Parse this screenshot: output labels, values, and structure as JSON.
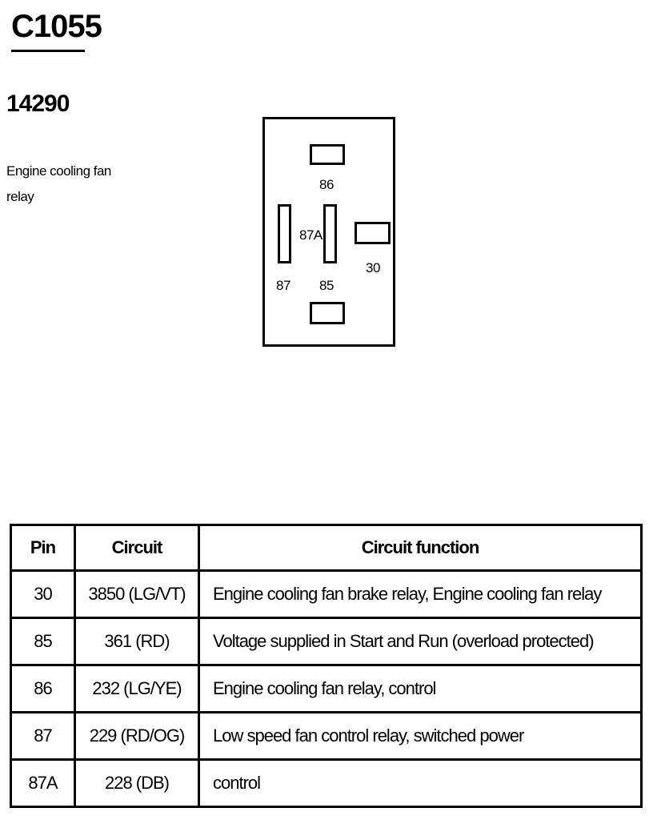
{
  "connector": {
    "id": "C1055",
    "part_number": "14290",
    "description": "Engine cooling fan relay"
  },
  "relay_diagram": {
    "terminals": [
      {
        "label": "86"
      },
      {
        "label": "87A"
      },
      {
        "label": "87"
      },
      {
        "label": "85"
      },
      {
        "label": "30"
      }
    ]
  },
  "pin_table": {
    "headers": [
      "Pin",
      "Circuit",
      "Circuit function"
    ],
    "rows": [
      {
        "pin": "30",
        "circuit": "3850 (LG/VT)",
        "function": "Engine cooling fan brake relay, Engine cooling fan relay"
      },
      {
        "pin": "85",
        "circuit": "361 (RD)",
        "function": "Voltage supplied in Start and Run (overload protected)"
      },
      {
        "pin": "86",
        "circuit": "232 (LG/YE)",
        "function": "Engine cooling fan relay, control"
      },
      {
        "pin": "87",
        "circuit": "229 (RD/OG)",
        "function": "Low speed fan control relay, switched power"
      },
      {
        "pin": "87A",
        "circuit": "228 (DB)",
        "function": "control"
      }
    ]
  }
}
